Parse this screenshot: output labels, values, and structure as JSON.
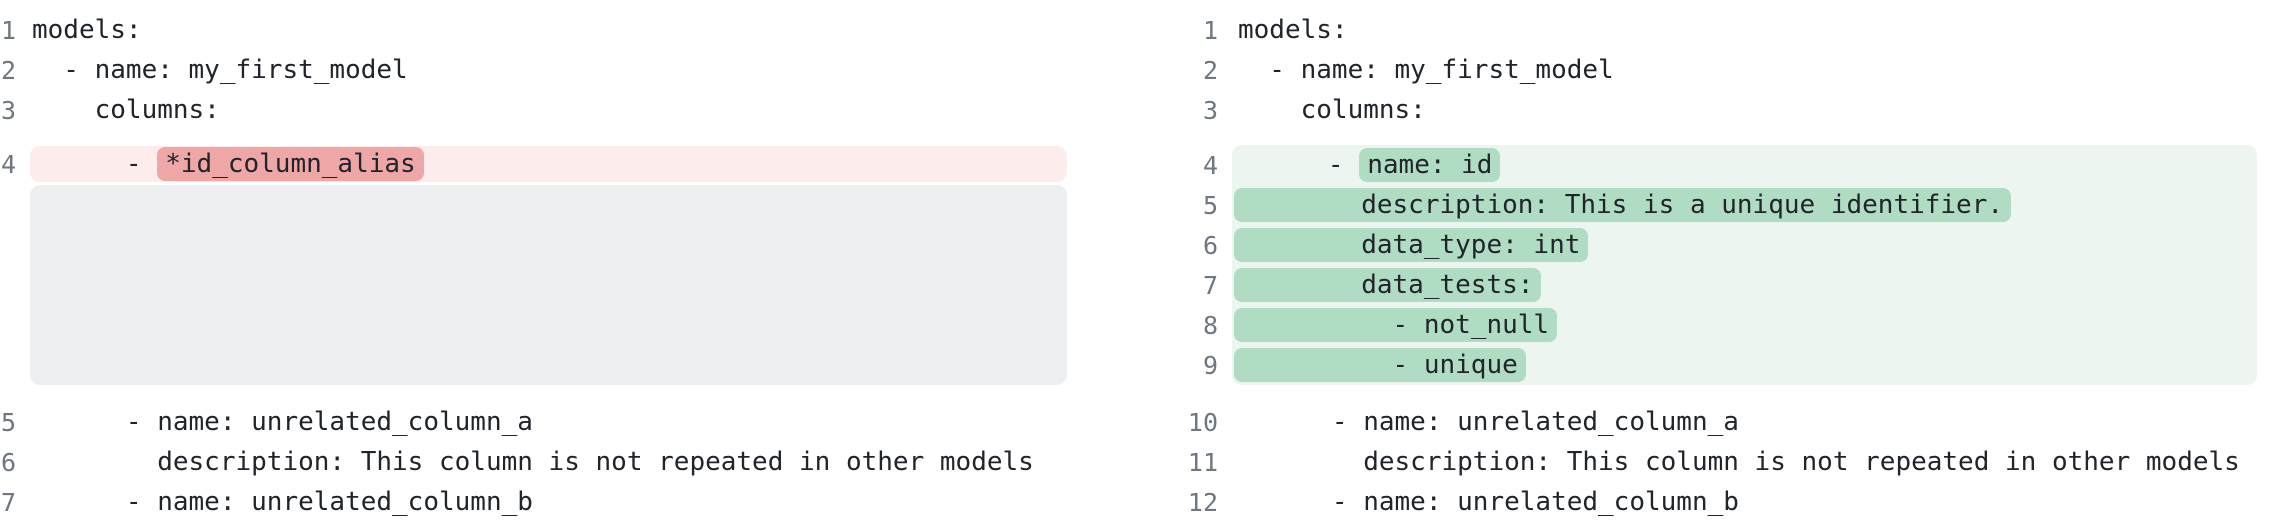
{
  "diff": {
    "colors": {
      "text": "#20252b",
      "line_number": "#6e7781",
      "removed_line_bg": "#fcedec",
      "removed_token_bg": "#efa6a6",
      "filler_bg": "#edeff1",
      "added_line_bg": "#ecf5f0",
      "added_token_bg": "#b0dcc4"
    },
    "left": {
      "sections": [
        {
          "type": "context",
          "lines": [
            {
              "num": "1",
              "text": "models:"
            },
            {
              "num": "2",
              "text": "  - name: my_first_model"
            },
            {
              "num": "3",
              "text": "    columns:"
            }
          ]
        },
        {
          "type": "removed",
          "lines": [
            {
              "num": "4",
              "prefix": "      - ",
              "token": "*id_column_alias"
            }
          ]
        },
        {
          "type": "filler"
        },
        {
          "type": "context",
          "lines": [
            {
              "num": "5",
              "text": "      - name: unrelated_column_a"
            },
            {
              "num": "6",
              "text": "        description: This column is not repeated in other models"
            },
            {
              "num": "7",
              "text": "      - name: unrelated_column_b"
            }
          ]
        }
      ]
    },
    "right": {
      "sections": [
        {
          "type": "context",
          "lines": [
            {
              "num": "1",
              "text": "models:"
            },
            {
              "num": "2",
              "text": "  - name: my_first_model"
            },
            {
              "num": "3",
              "text": "    columns:"
            }
          ]
        },
        {
          "type": "added",
          "lines": [
            {
              "num": "4",
              "prefix": "      - ",
              "token": "name: id"
            },
            {
              "num": "5",
              "token": "        description: This is a unique identifier."
            },
            {
              "num": "6",
              "token": "        data_type: int"
            },
            {
              "num": "7",
              "token": "        data_tests:"
            },
            {
              "num": "8",
              "token": "          - not_null"
            },
            {
              "num": "9",
              "token": "          - unique"
            }
          ]
        },
        {
          "type": "context",
          "lines": [
            {
              "num": "10",
              "text": "      - name: unrelated_column_a"
            },
            {
              "num": "11",
              "text": "        description: This column is not repeated in other models"
            },
            {
              "num": "12",
              "text": "      - name: unrelated_column_b"
            }
          ]
        }
      ]
    }
  }
}
